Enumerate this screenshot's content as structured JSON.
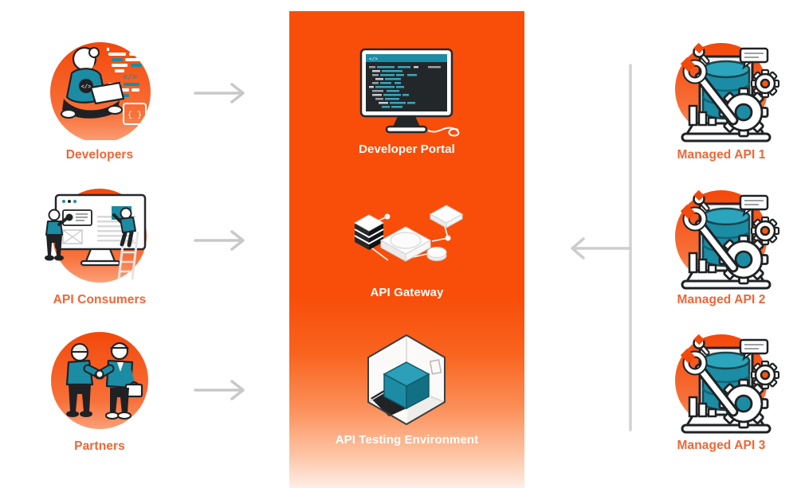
{
  "left_column": {
    "items": [
      {
        "label": "Developers",
        "icon": "developer-coding-illustration"
      },
      {
        "label": "API Consumers",
        "icon": "consumers-website-illustration"
      },
      {
        "label": "Partners",
        "icon": "partners-handshake-illustration"
      }
    ]
  },
  "center_panel": {
    "items": [
      {
        "label": "Developer Portal",
        "icon": "code-monitor-illustration"
      },
      {
        "label": "API Gateway",
        "icon": "isometric-gateway-illustration"
      },
      {
        "label": "API Testing Environment",
        "icon": "open-box-cube-illustration"
      }
    ]
  },
  "right_column": {
    "items": [
      {
        "label": "Managed API 1",
        "icon": "managed-api-illustration"
      },
      {
        "label": "Managed API 2",
        "icon": "managed-api-illustration"
      },
      {
        "label": "Managed API 3",
        "icon": "managed-api-illustration"
      }
    ]
  },
  "flow": {
    "left_arrows": "arrow-right-icon",
    "right_connector": "arrow-left-connector-icon"
  },
  "colors": {
    "panel_orange": "#F84E0A",
    "side_label_orange": "#EE6636",
    "center_label_white": "#FFFFFF",
    "illustration_teal": "#1B8CA3",
    "illustration_teal_dark": "#127084",
    "illustration_dark": "#202124",
    "arrow_gray": "#C8C8C8",
    "connector_gray": "#D2D2D2"
  }
}
